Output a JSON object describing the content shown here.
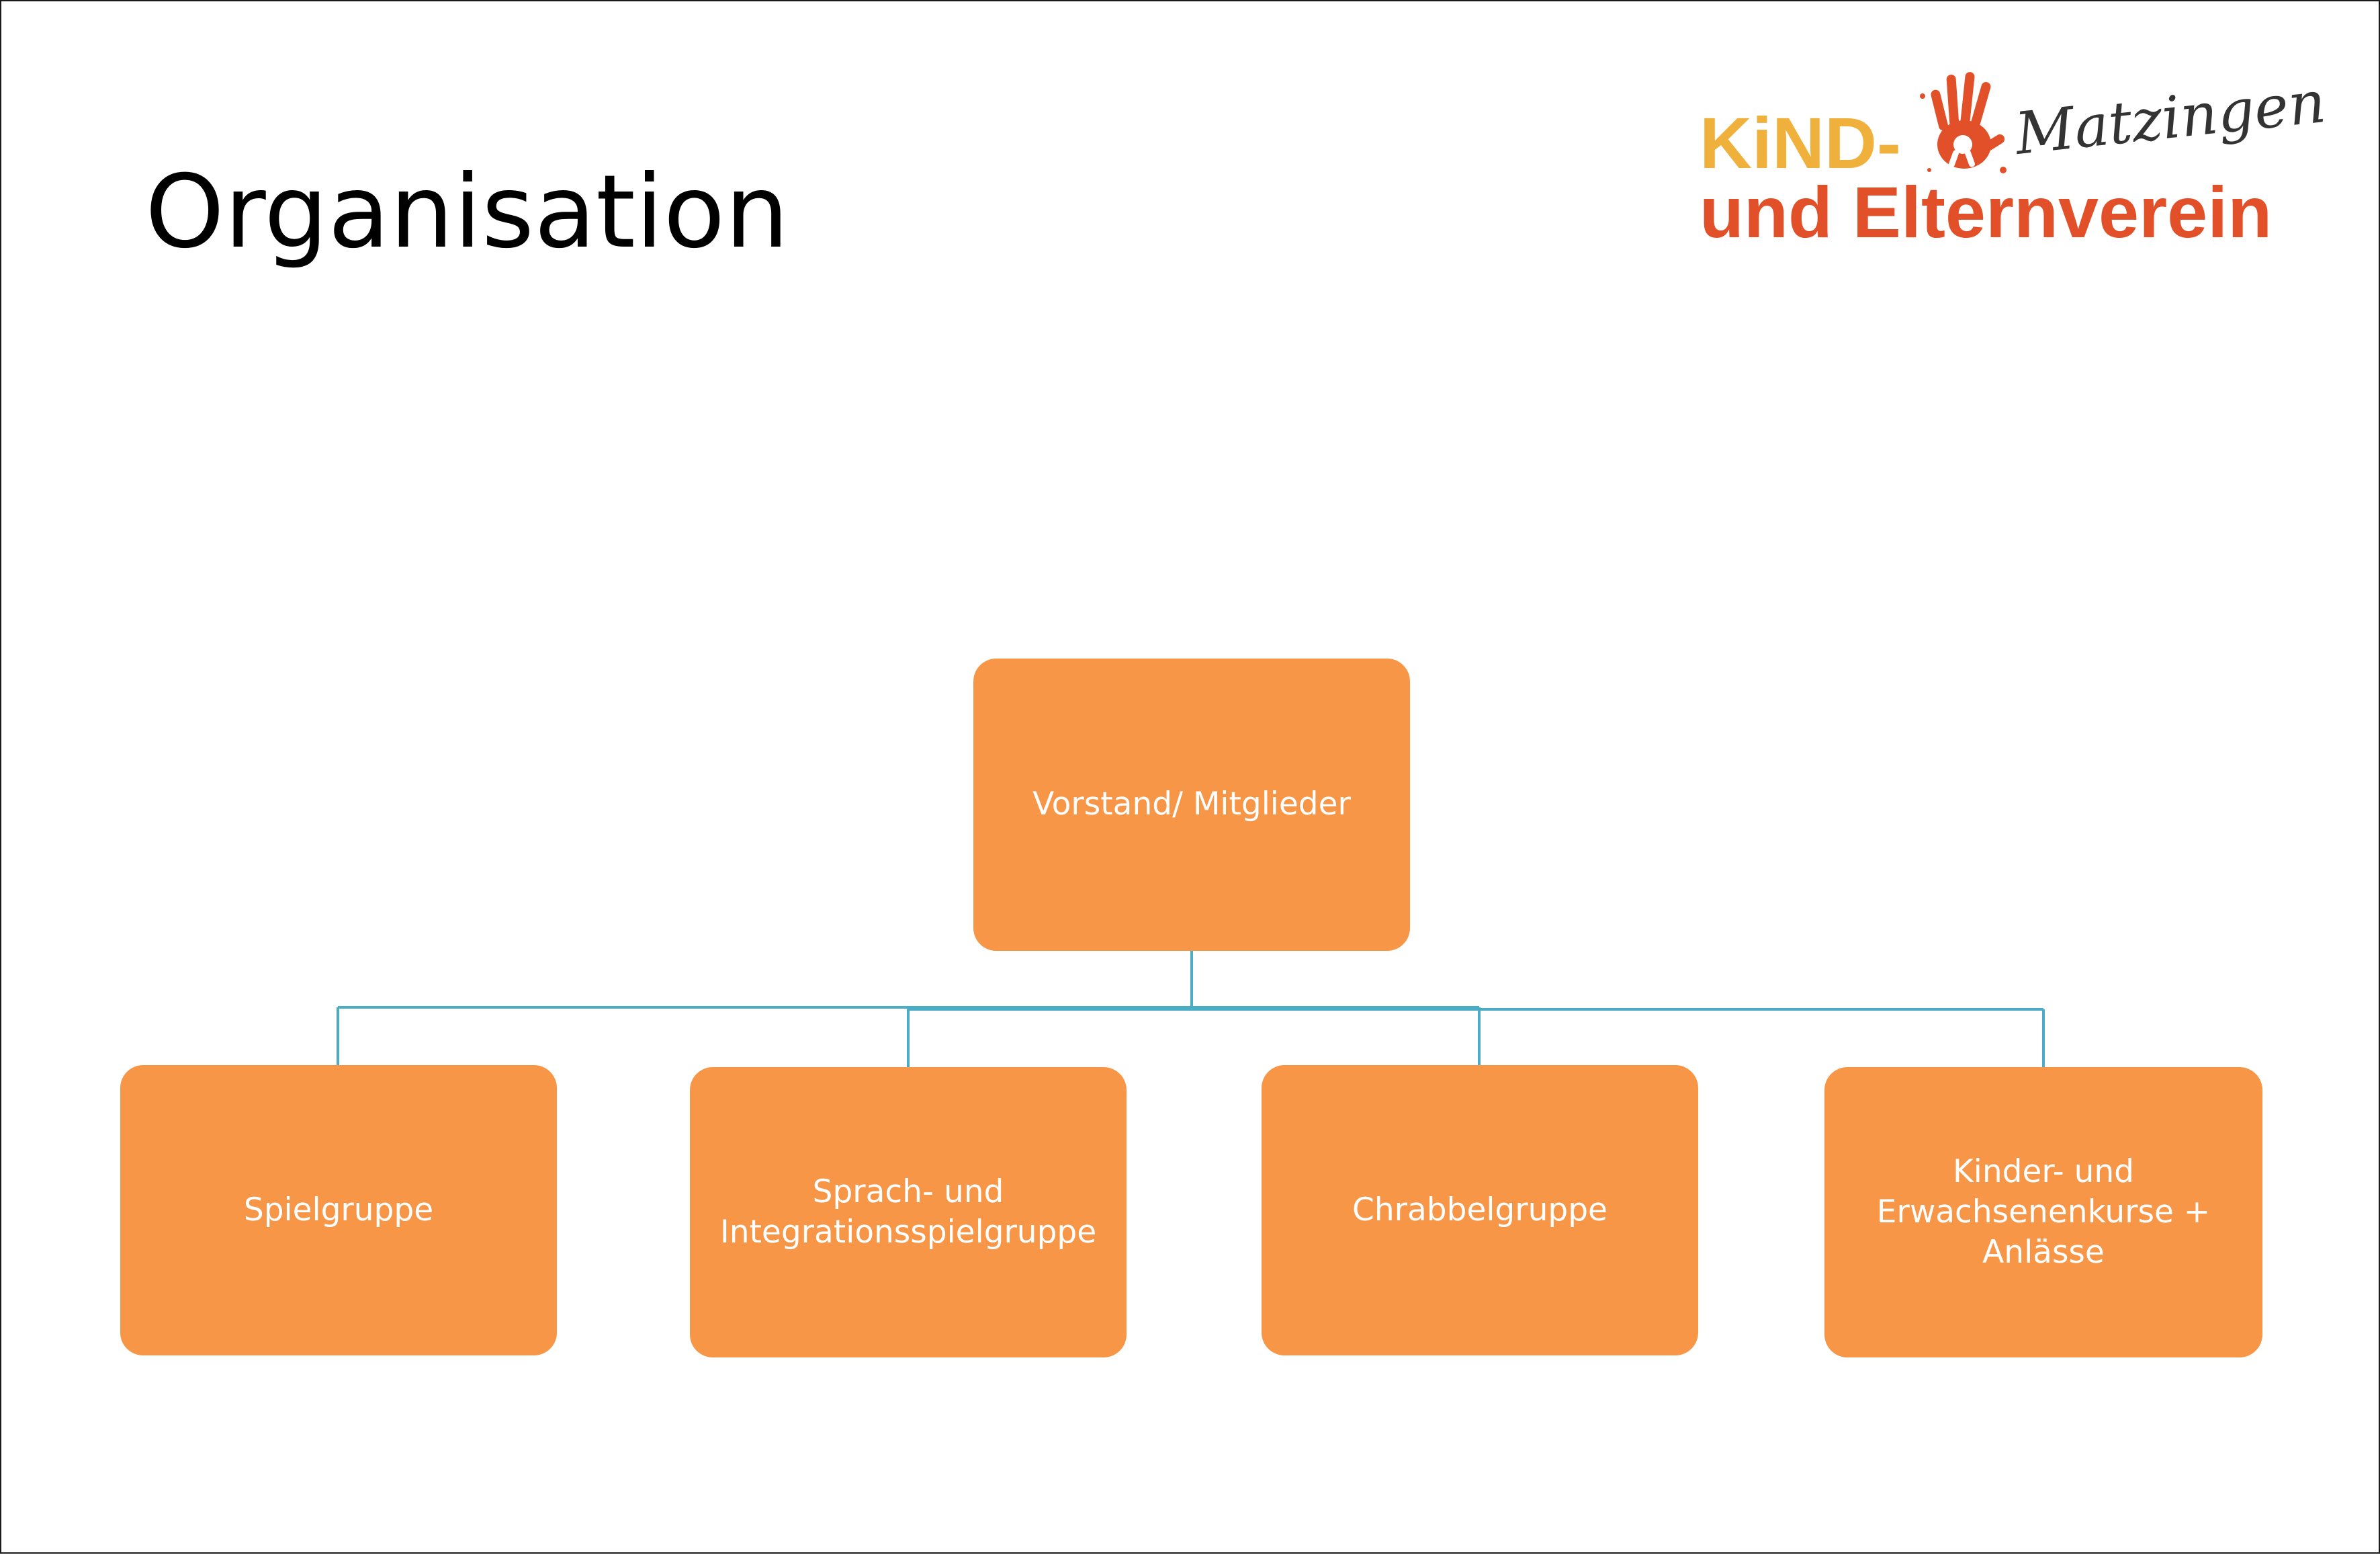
{
  "slide": {
    "title": "Organisation"
  },
  "logo": {
    "line1": "KiND-",
    "script": "Matzingen",
    "line2": "und Elternverein",
    "colors": {
      "kind": "#f0b13c",
      "verein": "#e2502a",
      "hand": "#e2502a",
      "script": "#333333"
    }
  },
  "org_chart": {
    "root": {
      "label": "Vorstand/ Mitglieder"
    },
    "children": [
      {
        "label": "Spielgruppe"
      },
      {
        "label": "Sprach- und Integrationsspielgruppe"
      },
      {
        "label": "Chrabbelgruppe"
      },
      {
        "label": "Kinder- und Erwachsenenkurse + Anlässe"
      }
    ],
    "colors": {
      "box": "#f79646",
      "text": "#ffffff",
      "connector": "#4bacc6"
    }
  }
}
